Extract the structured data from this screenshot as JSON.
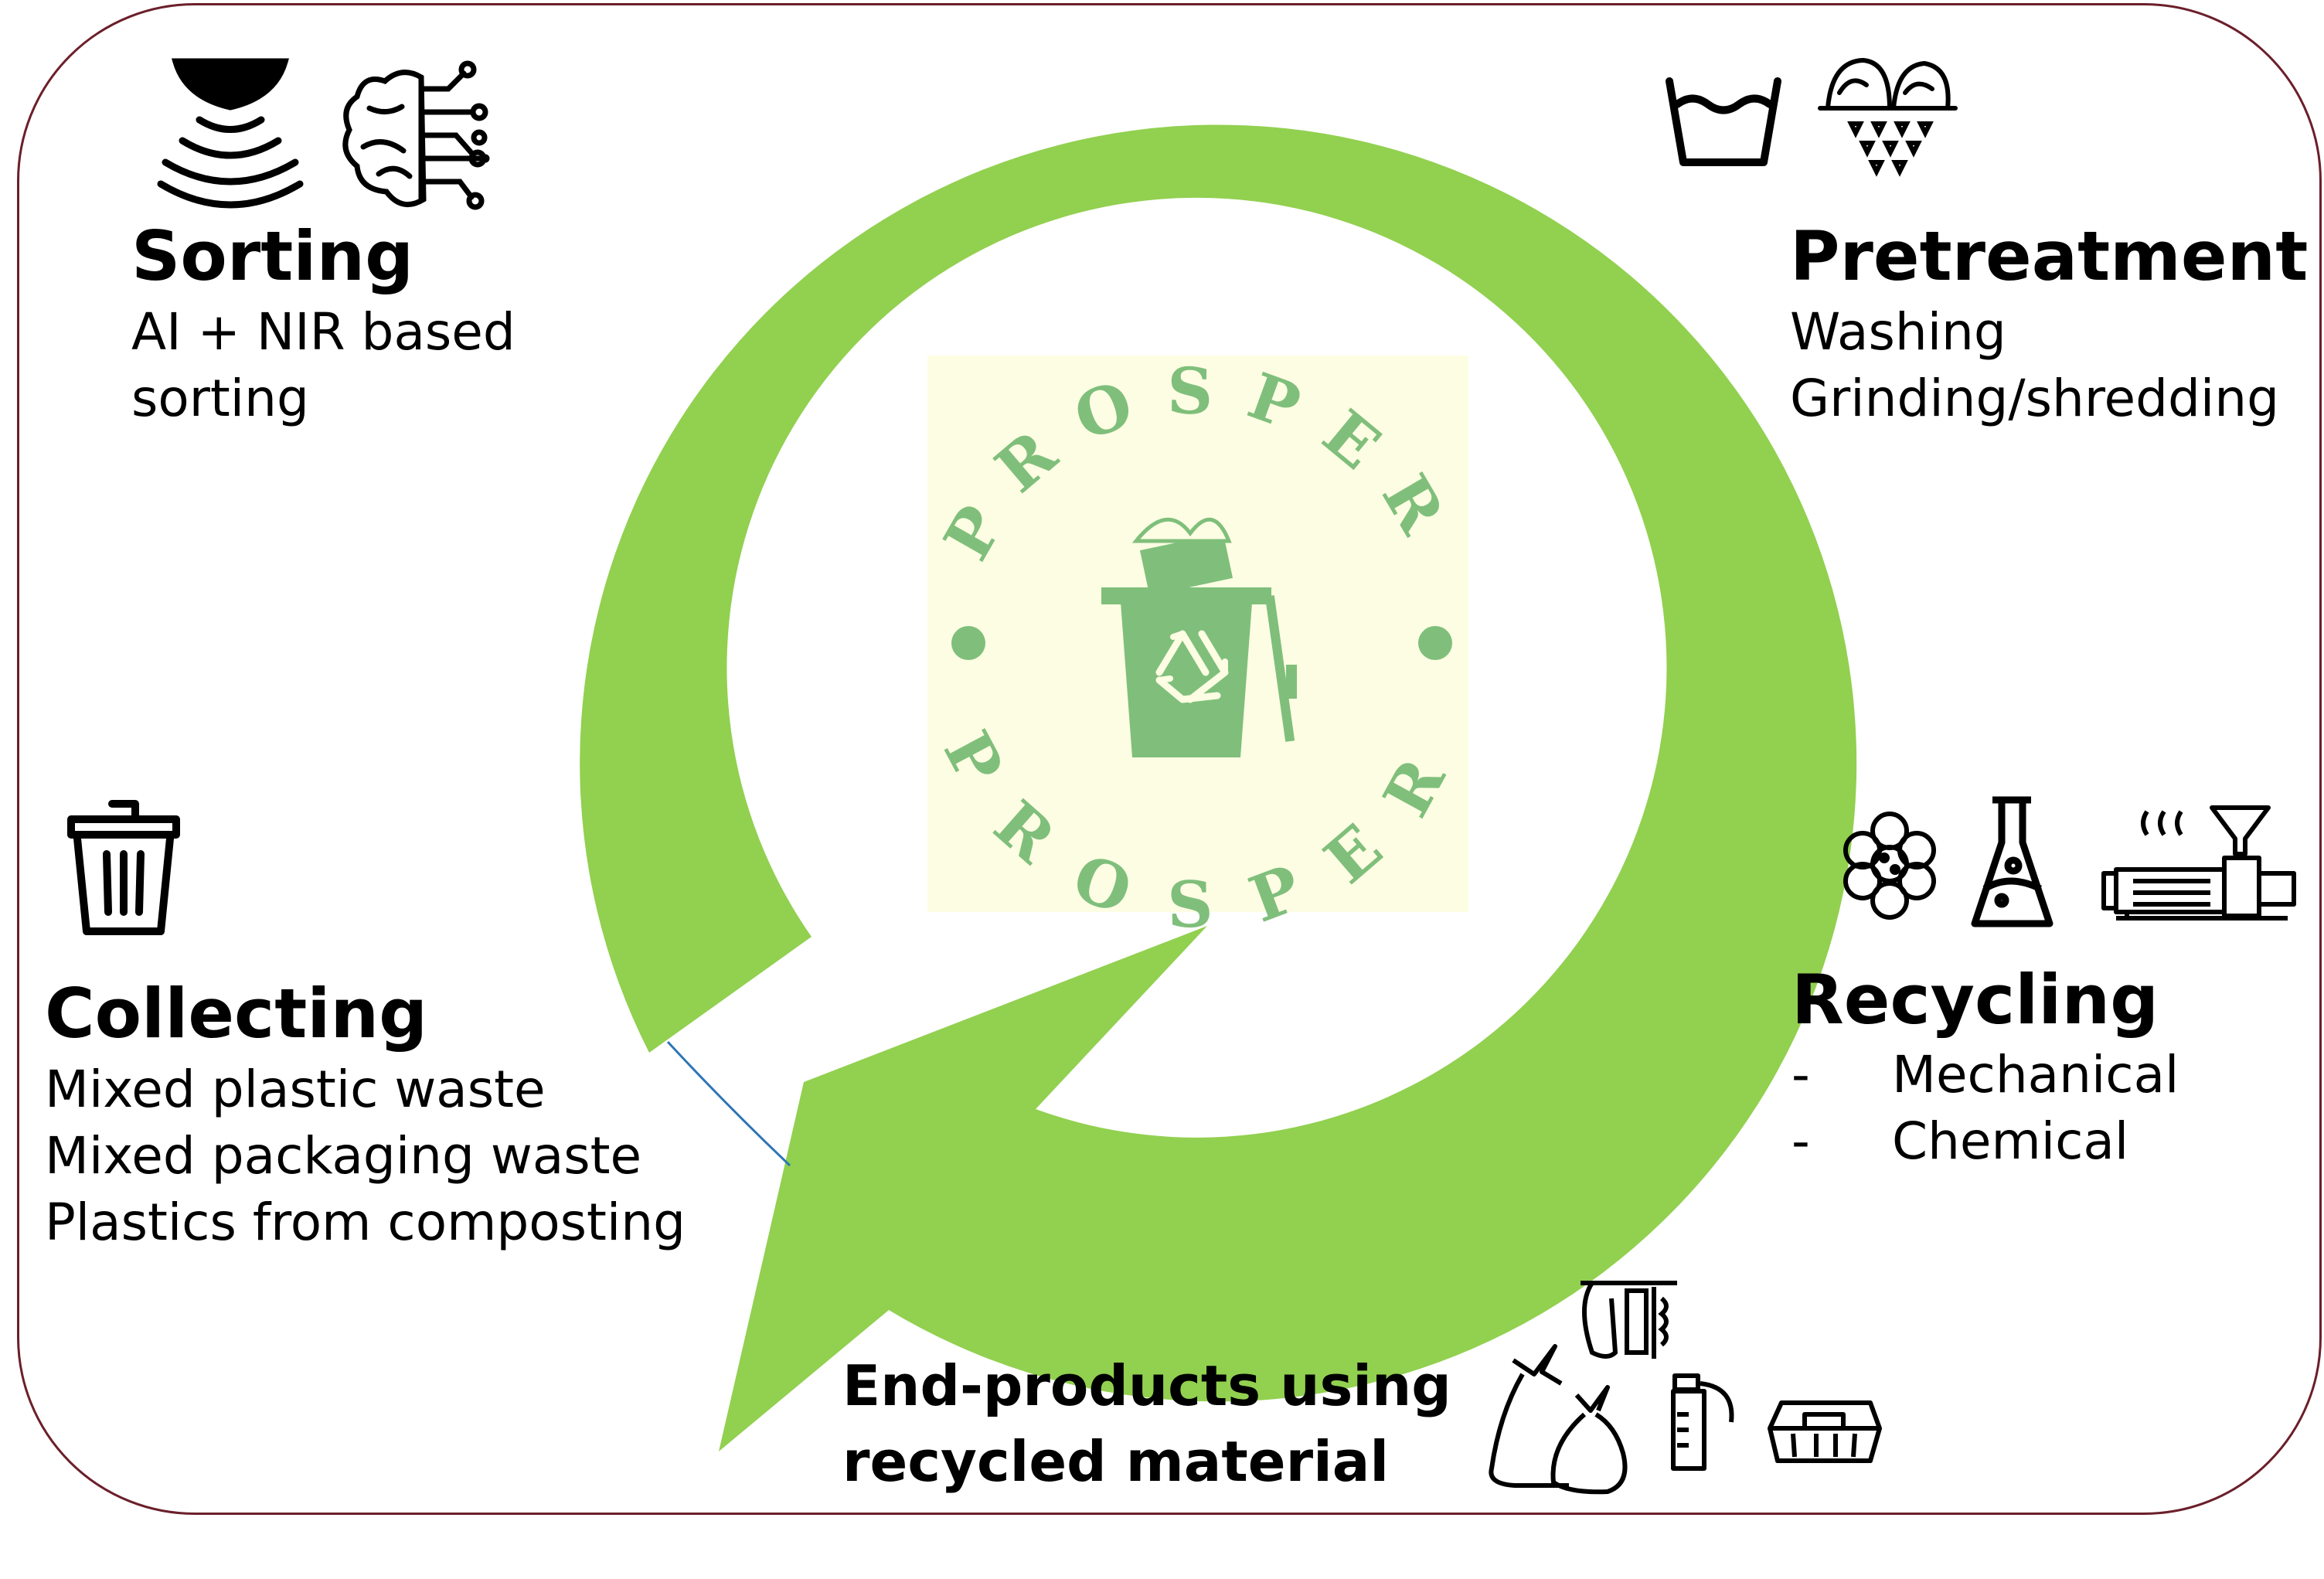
{
  "logo": {
    "text_top": "PROSPER",
    "text_bottom": "PROSPER"
  },
  "colors": {
    "arrow": "#92d050",
    "logo_green": "#7fbf7b",
    "logo_bg": "#fdfde3",
    "frame": "#6b1f2a",
    "thin_line": "#2e75b6"
  },
  "sorting": {
    "title": "Sorting",
    "lines": [
      "AI + NIR based",
      "sorting"
    ],
    "icons": [
      "nir-sensor-icon",
      "ai-brain-icon"
    ]
  },
  "pretreatment": {
    "title": "Pretreatment",
    "lines": [
      "Washing",
      "Grinding/shredding"
    ],
    "icons": [
      "washing-basin-icon",
      "shredder-icon"
    ]
  },
  "recycling": {
    "title": "Recycling",
    "items": [
      {
        "bullet": "-",
        "label": "Mechanical"
      },
      {
        "bullet": "-",
        "label": "Chemical"
      }
    ],
    "icons": [
      "pellets-icon",
      "flask-icon",
      "extruder-icon"
    ]
  },
  "collecting": {
    "title": "Collecting",
    "lines": [
      "Mixed plastic waste",
      "Mixed packaging waste",
      "Plastics from composting"
    ],
    "icons": [
      "trash-bin-icon"
    ]
  },
  "end_products": {
    "lines": [
      "End-products using",
      "recycled material"
    ],
    "icons": [
      "garbage-bags-icon",
      "film-rolls-icon",
      "bottle-icon",
      "food-container-icon"
    ]
  }
}
